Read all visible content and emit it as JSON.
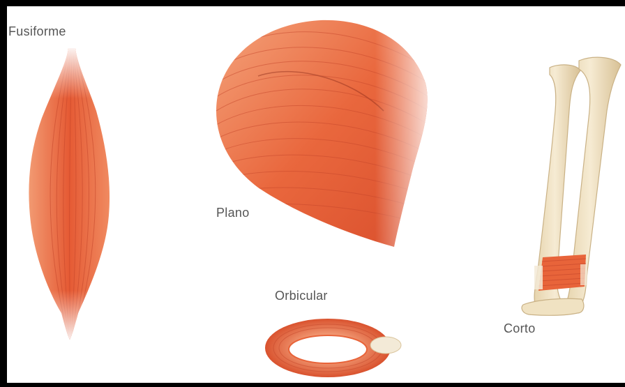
{
  "labels": {
    "fusiforme": "Fusiforme",
    "plano": "Plano",
    "orbicular": "Orbicular",
    "corto": "Corto"
  },
  "colors": {
    "muscle": "#e8643a",
    "muscle_light": "#f39a70",
    "muscle_dark": "#c9472a",
    "tendon": "#f7efe6",
    "bone": "#f1e4c8",
    "bone_shade": "#d9c39a"
  }
}
